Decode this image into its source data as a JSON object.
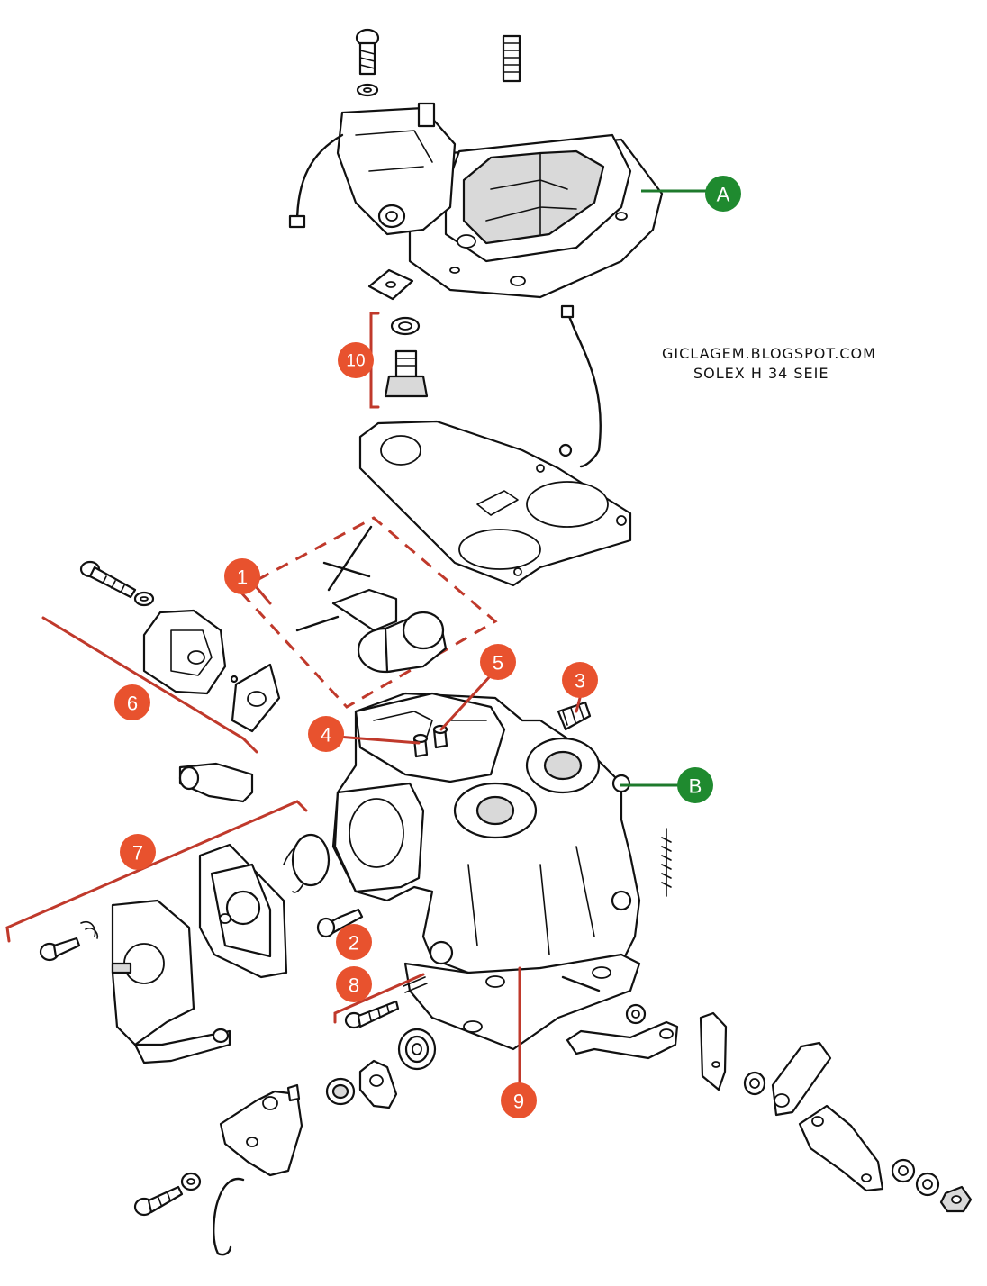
{
  "header": {
    "site": "GICLAGEM.BLOGSPOT.COM",
    "subtitle": "SOLEX H 34 SEIE"
  },
  "colors": {
    "red_callout": "#e8522e",
    "red_line": "#c0392b",
    "green_callout": "#1f8a2f",
    "green_line": "#1e7a2c"
  },
  "callouts": {
    "a": "A",
    "b": "B",
    "c1": "1",
    "c2": "2",
    "c3": "3",
    "c4": "4",
    "c5": "5",
    "c6": "6",
    "c7": "7",
    "c8": "8",
    "c9": "9",
    "c10": "10"
  }
}
